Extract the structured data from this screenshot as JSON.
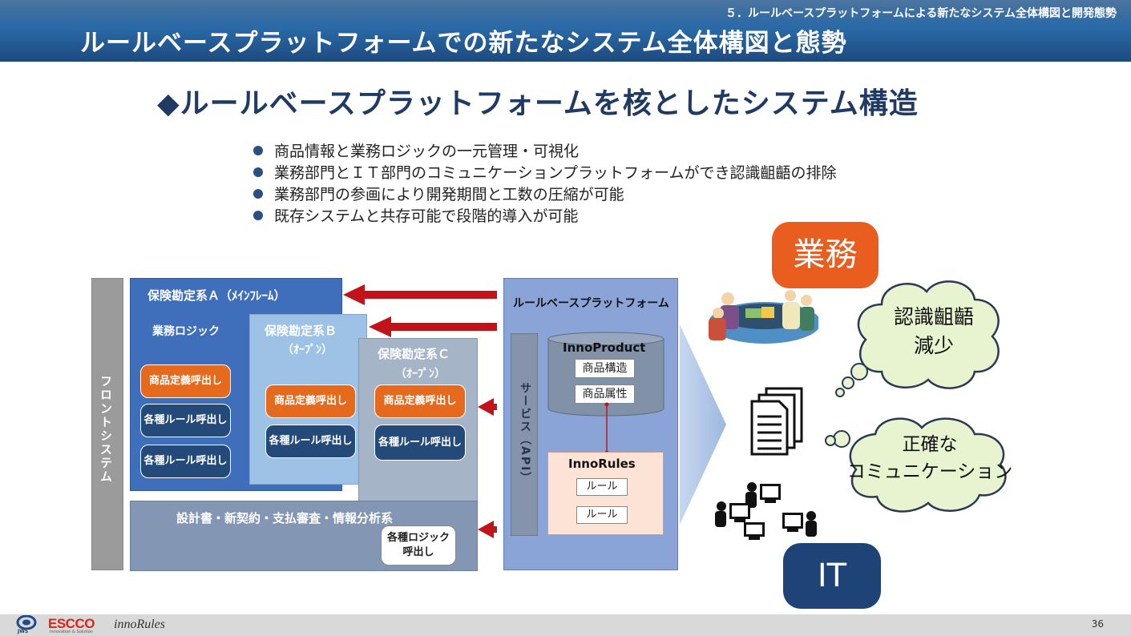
{
  "header": {
    "section_label": "５．ルールベースプラットフォームによる新たなシステム全体構図と開発態勢",
    "title": "ルールベースプラットフォームでの新たなシステム全体構図と態勢"
  },
  "subtitle": "◆ルールベースプラットフォームを核としたシステム構造",
  "bullets": [
    "商品情報と業務ロジックの一元管理・可視化",
    "業務部門とＩＴ部門のコミュニケーションプラットフォームができ認識齟齬の排除",
    "業務部門の参画により開発期間と工数の圧縮が可能",
    "既存システムと共存可能で段階的導入が可能"
  ],
  "diagram": {
    "front_system": "フロントシステム",
    "system_a": {
      "title": "保険勘定系Ａ（ﾒｲﾝﾌﾚｰﾑ）",
      "logic_label": "業務ロジック",
      "product_call": "商品定義呼出し",
      "rule_call_1": "各種ルール呼出し",
      "rule_call_2": "各種ルール呼出し"
    },
    "system_b": {
      "title": "保険勘定系Ｂ",
      "subtitle": "（ｵｰﾌﾟﾝ）",
      "product_call": "商品定義呼出し",
      "rule_call": "各種ルール呼出し"
    },
    "system_c": {
      "title": "保険勘定系Ｃ",
      "subtitle": "（ｵｰﾌﾟﾝ）",
      "product_call": "商品定義呼出し",
      "rule_call": "各種ルール呼出し"
    },
    "bottom_system": {
      "title": "設計書・新契約・支払審査・情報分析系",
      "logic_call_1": "各種ロジック",
      "logic_call_2": "呼出し"
    },
    "platform": {
      "title": "ルールベースプラットフォーム",
      "api_label": "サービス（API）",
      "inno_product": {
        "title": "InnoProduct",
        "item_1": "商品構造",
        "item_2": "商品属性"
      },
      "inno_rules": {
        "title": "InnoRules",
        "item_1": "ルール",
        "item_2": "ルール"
      }
    },
    "business_label": "業務",
    "it_label": "IT",
    "cloud_1": {
      "line_1": "認識齟齬",
      "line_2": "減少"
    },
    "cloud_2": {
      "line_1": "正確な",
      "line_2": "コミュニケーション"
    }
  },
  "footer": {
    "logo_1": "JWS",
    "logo_2": "ESCCO",
    "logo_2_tagline": "Innovation & Solution",
    "logo_3": "innoRules",
    "page_number": "36"
  },
  "colors": {
    "header_blue": "#1f5a96",
    "system_a": "#3f6fba",
    "system_b": "#9dc2e6",
    "system_c": "#a6b4c8",
    "platform": "#8aa4d8",
    "orange": "#e56a1e",
    "navy": "#234a78",
    "arrow_red": "#c0141a",
    "business_badge": "#e95d1e",
    "it_badge": "#1e4477",
    "cloud": "#e8f3cf"
  }
}
